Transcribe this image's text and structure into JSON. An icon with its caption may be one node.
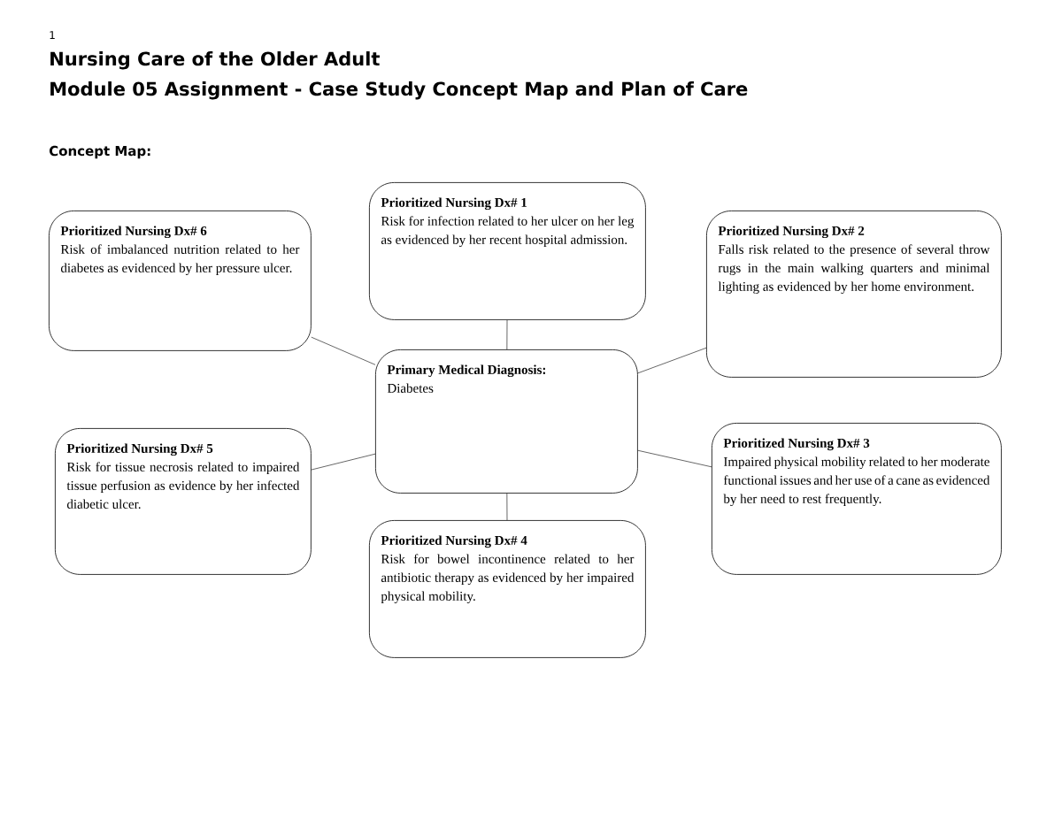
{
  "diagram": {
    "title": "Nursing Care of the Older Adult",
    "nodes": [
      {
        "text": [
          "Prioritized Nursing Dx# 1",
          "Risk for infection related to her ulcer on her leg as evidenced by her recent hospital admission."
        ]
      },
      {
        "text": [
          "Prioritized Nursing Dx# 6",
          "Risk of imbalanced nutrition related to her diabetes as evidenced by her pressure ulcer."
        ]
      },
      {
        "text": [
          "Prioritized Nursing Dx# 2",
          "Falls risk related to the presence of several throw rugs in the main walking quarters and minimal lighting as evidenced by her home environment."
        ]
      },
      {
        "text": [
          "Primary Medical Diagnosis:",
          "Diabetes"
        ]
      },
      {
        "text": [
          "Prioritized Nursing Dx# 5",
          "Risk for tissue necrosis related to impaired tissue perfusion as evidence by her infected diabetic ulcer."
        ]
      },
      {
        "text": [
          "Prioritized Nursing Dx# 3",
          "Impaired physical mobility related to her moderate functional issues and her use of a cane as evidenced by her need to rest frequently."
        ]
      },
      {
        "text": [
          "Prioritized Nursing Dx# 4",
          "Risk for bowel incontinence related to her antibiotic therapy as evidenced by her impaired physical mobility."
        ]
      }
    ],
    "edges": [
      {
        "from": 3,
        "to": 0,
        "arrow": "none"
      },
      {
        "from": 3,
        "to": 1,
        "arrow": "none"
      },
      {
        "from": 3,
        "to": 2,
        "arrow": "none"
      },
      {
        "from": 3,
        "to": 4,
        "arrow": "none"
      },
      {
        "from": 3,
        "to": 5,
        "arrow": "none"
      },
      {
        "from": 3,
        "to": 6,
        "arrow": "none"
      }
    ],
    "labels": [
      "1",
      "Module 05 Assignment - Case Study Concept Map and Plan of Care",
      "Concept Map:"
    ]
  }
}
